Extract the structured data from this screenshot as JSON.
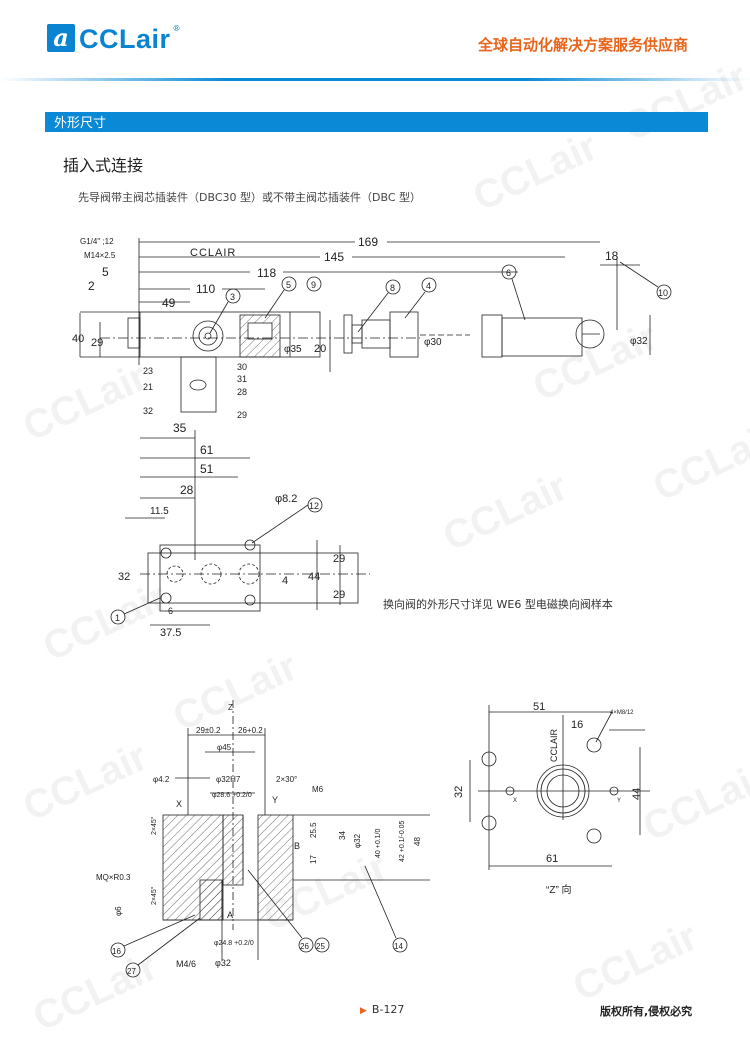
{
  "header": {
    "logo_text": "CCLair",
    "logo_mark": "a",
    "logo_registered": "®",
    "tagline": "全球自动化解决方案服务供应商"
  },
  "colors": {
    "brand_blue": "#0a8ad6",
    "tagline_orange": "#e8641b"
  },
  "section_bar": {
    "title": "外形尺寸"
  },
  "main": {
    "heading": "插入式连接",
    "subtitle": "先导阀带主阀芯插装件（DBC30 型）或不带主阀芯插装件（DBC 型）",
    "note": "换向阀的外形尺寸详见 WE6 型电磁换向阀样本"
  },
  "drawing1": {
    "thread_labels": [
      "G1/4\" ;12",
      "M14×2.5"
    ],
    "brand_label": "CCLAIR",
    "dims": [
      "169",
      "145",
      "118",
      "110",
      "49",
      "5",
      "2",
      "40",
      "29",
      "φ35",
      "20",
      "φ30",
      "φ32",
      "18",
      "35"
    ],
    "parts": [
      "3",
      "5",
      "9",
      "8",
      "4",
      "6",
      "10"
    ],
    "leaders": [
      "23",
      "21",
      "32",
      "30",
      "31",
      "28",
      "29"
    ]
  },
  "drawing2": {
    "dims": [
      "61",
      "51",
      "28",
      "11.5",
      "φ8.2",
      "32",
      "29",
      "44",
      "29",
      "4",
      "6",
      "37.5"
    ],
    "parts": [
      "12",
      "1"
    ]
  },
  "drawing3": {
    "view_arrow": "Z",
    "dims": [
      "29±0.2",
      "26+0.2",
      "φ45",
      "φ4.2",
      "φ32H7",
      "φ28.6 +0.2/0",
      "2×30°",
      "M6",
      "2×45°",
      "2×45°",
      "MQ×R0.3",
      "φ6",
      "25.5",
      "17",
      "34",
      "φ32",
      "40 +0.1/0",
      "42 +0.1/-0.05",
      "48",
      "φ24.8 +0.2/0",
      "φ32",
      "M4/6"
    ],
    "port_labels": [
      "X",
      "Y",
      "B",
      "A"
    ],
    "parts": [
      "16",
      "27",
      "26",
      "25",
      "14"
    ]
  },
  "drawing4": {
    "dims": [
      "51",
      "16",
      "32",
      "44",
      "61"
    ],
    "hole_label": "4×M8/12",
    "brand_label": "CCLAIR",
    "port_labels": [
      "X",
      "Y"
    ],
    "caption": "“Z” 向"
  },
  "watermark": "CCLair",
  "footer": {
    "page_icon": "triangle-right-icon",
    "page": "B-127",
    "copyright": "版权所有,侵权必究"
  }
}
